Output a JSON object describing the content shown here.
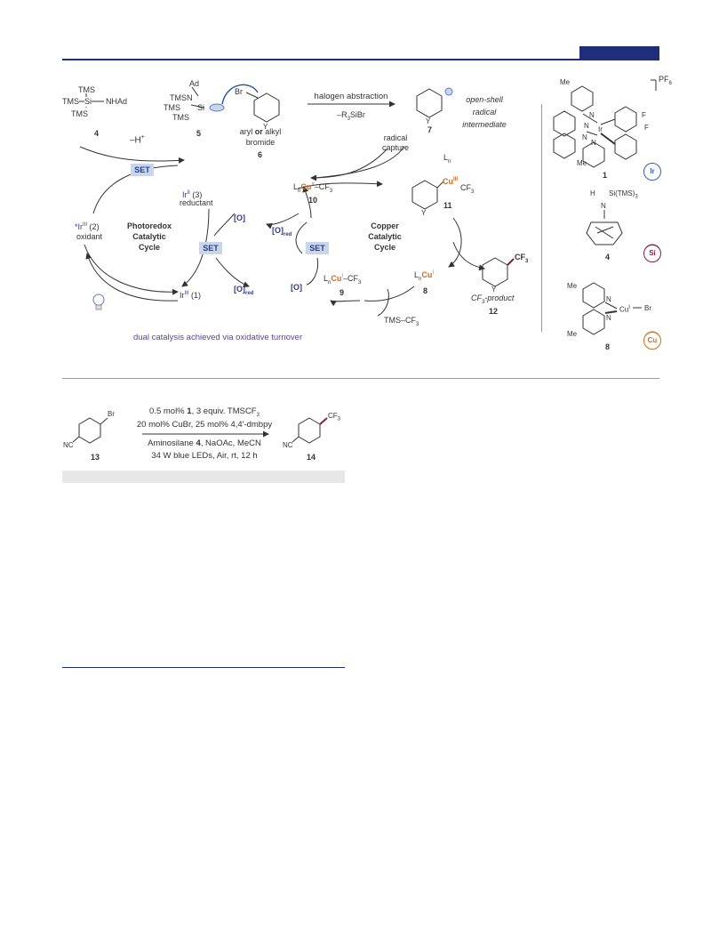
{
  "scheme": {
    "compounds": {
      "c4_tms1": "TMS",
      "c4_tms2": "TMS",
      "c4_tms3": "TMS",
      "c4_si": "Si",
      "c4_nhad": "NHAd",
      "c4_label": "4",
      "minus_h": "–H",
      "minus_h_sup": "+",
      "c5_ad": "Ad",
      "c5_tmsn": "TMSN",
      "c5_tms": "TMS",
      "c5_si": "Si",
      "c5_tms2": "TMS",
      "c5_label": "5",
      "br": "Br",
      "y6": "Y",
      "c6_line1_a": "aryl ",
      "c6_line1_b": "or",
      "c6_line1_c": " alkyl",
      "c6_line2": "bromide",
      "c6_label": "6",
      "halogen_abstraction": "halogen abstraction",
      "minus_r3sibr": "–R",
      "r3_sub": "3",
      "sibr": "SiBr",
      "y7": "Y",
      "c7_label": "7",
      "open_shell_1": "open-shell",
      "open_shell_2": "radical",
      "open_shell_3": "intermediate",
      "radical_capture_1": "radical",
      "radical_capture_2": "capture",
      "set": "SET",
      "ir3_reductant_a": "Ir",
      "ir3_reductant_sup": "II",
      "ir3_reductant_b": " (3)",
      "reductant": "reductant",
      "ox_o": "[O]",
      "ox_ored": "[O]",
      "red_sub": "red",
      "photoredox_1": "Photoredox",
      "photoredox_2": "Catalytic",
      "photoredox_3": "Cycle",
      "ir_excited_a": "*Ir",
      "ir_excited_sup": "III",
      "ir_excited_b": " (2)",
      "oxidant": "oxidant",
      "ir1_a": "Ir",
      "ir1_sup": "III",
      "ir1_b": " (1)",
      "c10_ln": "L",
      "c10_n": "n",
      "c10_cu": "Cu",
      "c10_cu_ox": "II",
      "c10_cf3": "–CF",
      "c10_cf3_sub": "3",
      "c10_label": "10",
      "c11_ln": "L",
      "c11_n": "n",
      "c11_cu": "Cu",
      "c11_cu_ox": "III",
      "c11_cf3": "CF",
      "c11_cf3_sub": "3",
      "y11": "Y",
      "c11_label": "11",
      "copper_1": "Copper",
      "copper_2": "Catalytic",
      "copper_3": "Cycle",
      "c9_ln": "L",
      "c9_n": "n",
      "c9_cu": "Cu",
      "c9_cu_ox": "I",
      "c9_cf3": "–CF",
      "c9_cf3_sub": "3",
      "c9_label": "9",
      "c8_ln": "L",
      "c8_n": "n",
      "c8_cu": "Cu",
      "c8_cu_ox": "I",
      "c8_label": "8",
      "tms_cf3": "TMS–CF",
      "tms_cf3_sub": "3",
      "c12_cf3": "CF",
      "c12_cf3_sub": "3",
      "y12": "Y",
      "c12_product_a": "CF",
      "c12_product_sub": "3",
      "c12_product_b": "-product",
      "c12_label": "12",
      "dual_catalysis": "dual catalysis achieved via oxidative turnover"
    },
    "sidebar": {
      "pf6": "PF",
      "pf6_sub": "6",
      "me1": "Me",
      "me2": "Me",
      "n1": "N",
      "n2": "N",
      "n3": "N",
      "n4": "N",
      "ir": "Ir",
      "f1": "F",
      "f2": "F",
      "cat1_label": "1",
      "badge_ir": "Ir",
      "si_h": "H",
      "si_n": "N",
      "si_tms": "Si(TMS)",
      "si_tms_sub": "3",
      "cat4_label": "4",
      "badge_si": "Si",
      "me3": "Me",
      "me4": "Me",
      "n5": "N",
      "n6": "N",
      "cu8": "Cu",
      "cu8_ox": "I",
      "cu8_br": "Br",
      "cat8_label": "8",
      "badge_cu": "Cu"
    }
  },
  "reaction": {
    "sub_br": "Br",
    "sub_nc": "NC",
    "sub_label": "13",
    "cond1_a": "0.5 mol% ",
    "cond1_b": "1",
    "cond1_c": ", 3 equiv. TMSCF",
    "cond1_sub": "3",
    "cond2": "20 mol% CuBr, 25 mol% 4,4′-dmbpy",
    "cond3_a": "Aminosilane ",
    "cond3_b": "4",
    "cond3_c": ", NaOAc, MeCN",
    "cond4": "34 W blue LEDs, Air, rt, 12 h",
    "prod_cf3": "CF",
    "prod_cf3_sub": "3",
    "prod_nc": "NC",
    "prod_label": "14"
  },
  "colors": {
    "navy": "#1f2d7a",
    "copper": "#d36a1c",
    "purple": "#5b3fa8",
    "set_box": "#c9d5ea"
  }
}
